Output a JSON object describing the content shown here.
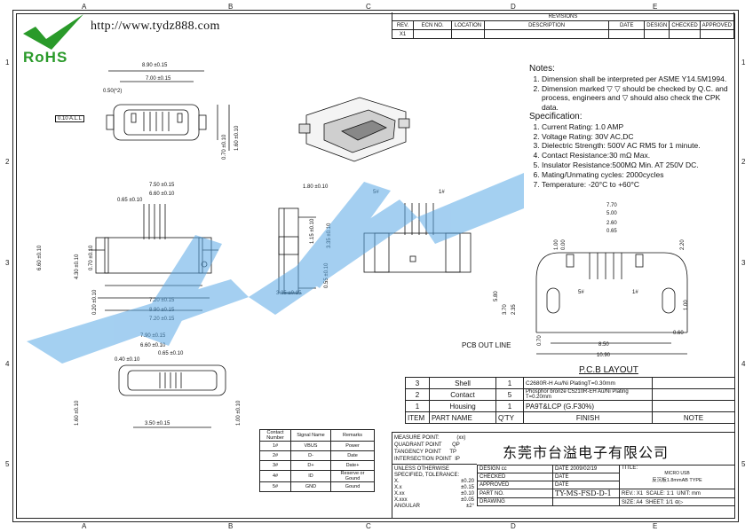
{
  "header": {
    "url": "http://www.tydz888.com",
    "rohs": "RoHS"
  },
  "zones": {
    "cols": [
      "A",
      "B",
      "C",
      "D",
      "E"
    ],
    "rows": [
      "1",
      "2",
      "3",
      "4",
      "5"
    ]
  },
  "revisions": {
    "title": "REVISIONS",
    "columns": [
      "REV.",
      "ECN NO.",
      "LOCATION",
      "DESCRIPTION",
      "DATE",
      "DESIGN",
      "CHECKED",
      "APPROVED"
    ],
    "rows": [
      [
        "X1",
        "",
        "",
        "",
        "",
        "",
        "",
        ""
      ]
    ]
  },
  "notes": {
    "title": "Notes:",
    "items": [
      "Dimension shall be interpreted per ASME Y14.5M1994.",
      "Dimension marked ▽ ▽ should be checked by Q.C. and process, engineers and ▽ should also check the CPK data."
    ],
    "spec_title": "Specification:",
    "spec_items": [
      "Current Rating: 1.0 AMP",
      "Voltage Rating: 30V AC,DC",
      "Dielectric Strength: 500V AC RMS for 1 minute.",
      "Contact Resistance:30 mΩ Max.",
      "Insulator Resistance:500MΩ Min. AT 250V DC.",
      "Mating/Unmating cycles: 2000cycles",
      "Temperature: -20°C to +60°C"
    ]
  },
  "dims": {
    "top_view": [
      "8.90 ±0.15",
      "7.00 ±0.15",
      "0.50(*2)",
      "0.10 A.L.L",
      "0.70 ±0.10",
      "1.60 ±0.10"
    ],
    "front_view": [
      "7.50 ±0.15",
      "6.60 ±0.10",
      "0.65 ±0.10",
      "6.60 ±0.10",
      "4.30 ±0.10",
      "0.70 ±0.10",
      "0.20 ±0.10",
      "7.20 ±0.15",
      "8.90 ±0.15",
      "7.20 ±0.15"
    ],
    "side_view": [
      "1.80 ±0.10",
      "3.35 ±0.10",
      "1.15 ±0.10",
      "0.55 ±0.10",
      "3.25 ±0.15"
    ],
    "pin_labels": [
      "5#",
      "1#"
    ],
    "bottom_view": [
      "7.90 ±0.15",
      "6.60 ±0.10",
      "0.65 ±0.10",
      "0.40 ±0.10",
      "1.60 ±0.10",
      "1.00 ±0.10",
      "3.50 ±0.15"
    ],
    "pcb": [
      "7.70",
      "5.00",
      "2.60",
      "0.65",
      "1.00",
      "0.00",
      "2.20",
      "5.80",
      "3.70",
      "2.35",
      "0.70",
      "8.50",
      "10.90",
      "0.60",
      "1.00"
    ],
    "pcb_outline": "PCB OUT LINE",
    "pcb_title": "P.C.B LAYOUT"
  },
  "bom": {
    "rows": [
      [
        "3",
        "Shell",
        "1",
        "C2680R-H  Au/Ni  PlatingT=0.30mm"
      ],
      [
        "2",
        "Contact",
        "5",
        "Phosphor bronze C5210R-EH Au/Ni  Plating  T=0.20mm"
      ],
      [
        "1",
        "Housing",
        "1",
        "PA9T&LCP (G.F30%)"
      ]
    ],
    "header": [
      "ITEM",
      "PART NAME",
      "Q'TY",
      "FINISH",
      "NOTE"
    ]
  },
  "signals": {
    "header": [
      "Contact Number",
      "Signal Name",
      "Remarks"
    ],
    "rows": [
      [
        "1#",
        "VBUS",
        "Power"
      ],
      [
        "2#",
        "D-",
        "Date"
      ],
      [
        "3#",
        "D+",
        "Date+"
      ],
      [
        "4#",
        "ID",
        "Reserve or Gound"
      ],
      [
        "5#",
        "GND",
        "Gound"
      ]
    ]
  },
  "titleblock": {
    "measure": [
      "MEASURE POINT:",
      "QUADRANT POINT",
      "TANGENCY POINT",
      "INTERSECTION POINT"
    ],
    "marks": [
      "(xx)",
      "QP",
      "TP",
      "IP"
    ],
    "tol_title": "UNLESS OTHERWISE SPECIFIED, TOLERANCE:",
    "tol_labels": [
      "X.",
      "X.x",
      "X.xx",
      "X.xxx",
      "ANGULAR"
    ],
    "tol_values": [
      "±0.20",
      "±0.15",
      "±0.10",
      "±0.05",
      "±2°"
    ],
    "company": "东莞市台溢电子有限公司",
    "design": "DESIGN cc",
    "date1": "DATE 2009/02/19",
    "checked": "CHECKED",
    "approved": "APPROVED",
    "date": "DATE",
    "part_no_label": "PART NO.",
    "part_no": "TY-MS-FSD-D-1",
    "drawing": "DRAWING",
    "title_label": "TITLE:",
    "title1": "MICRO USB",
    "title2": "反沉板1.8mmAB TYPE",
    "rev": "REV.: X1",
    "scale": "SCALE: 1:1",
    "unit": "UNIT: mm",
    "size": "SIZE: A4",
    "sheet": "SHEET: 1/1"
  }
}
